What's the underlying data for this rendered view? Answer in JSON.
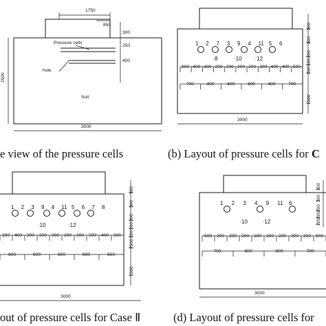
{
  "panels": {
    "a": {
      "caption": "e view of the pressure cells",
      "dims": {
        "top": "1750",
        "top2": "850",
        "side_a": "300",
        "side_b": "250",
        "side_c": "400",
        "left": "2500",
        "bottom": "3000"
      },
      "labels": {
        "cells": "Pressure cells",
        "hole": "hole",
        "soil": "Soil"
      }
    },
    "b": {
      "caption": "(b) Layout of pressure cells for",
      "caption_cut": "C",
      "cells_top": [
        "1",
        "2",
        "3",
        "4",
        "5",
        "6"
      ],
      "cells_top_labels": [
        "1",
        "2",
        "7",
        "3",
        "9",
        "4",
        "11",
        "5",
        "6"
      ],
      "cells_bot": [
        "8",
        "10",
        "12"
      ],
      "row1": [
        "500",
        "400",
        "400",
        "200",
        "200",
        "200",
        "200",
        "200",
        "400",
        "400",
        "500"
      ],
      "row2": [
        "700",
        "400",
        "400",
        "400",
        "400",
        "700"
      ],
      "right": [
        "300",
        "300",
        "200",
        "200",
        "200",
        "1500"
      ],
      "bottom": "3000"
    },
    "c": {
      "caption": "out of pressure cells for Case Ⅱ",
      "cells_top_labels": [
        "1",
        "2",
        "3",
        "9",
        "4",
        "11",
        "5",
        "6",
        "7",
        "8"
      ],
      "cells_bot": [
        "10",
        "12"
      ],
      "row1": [
        "200",
        "400",
        "200",
        "200",
        "200",
        "200",
        "200",
        "200",
        "400",
        "200"
      ],
      "row2": [
        "600",
        "600",
        "600",
        "600",
        "600"
      ],
      "right": [
        "300",
        "300",
        "200",
        "200",
        "200",
        "2500",
        "1500"
      ],
      "bottom": "3000"
    },
    "d": {
      "caption": "(d) Layout of pressure cells for",
      "cells_top_labels": [
        "1",
        "2",
        "3",
        "4",
        "9",
        "11",
        "6"
      ],
      "cells_bot": [
        "10",
        "12"
      ],
      "row1": [
        "500",
        "200",
        "200",
        "200",
        "200",
        "200",
        "200",
        "200",
        "200",
        "500"
      ],
      "row2": [
        "700",
        "800",
        "800",
        "700"
      ],
      "right": [
        "300",
        "300",
        "200",
        "200",
        "200"
      ],
      "bottom": "3000"
    }
  }
}
